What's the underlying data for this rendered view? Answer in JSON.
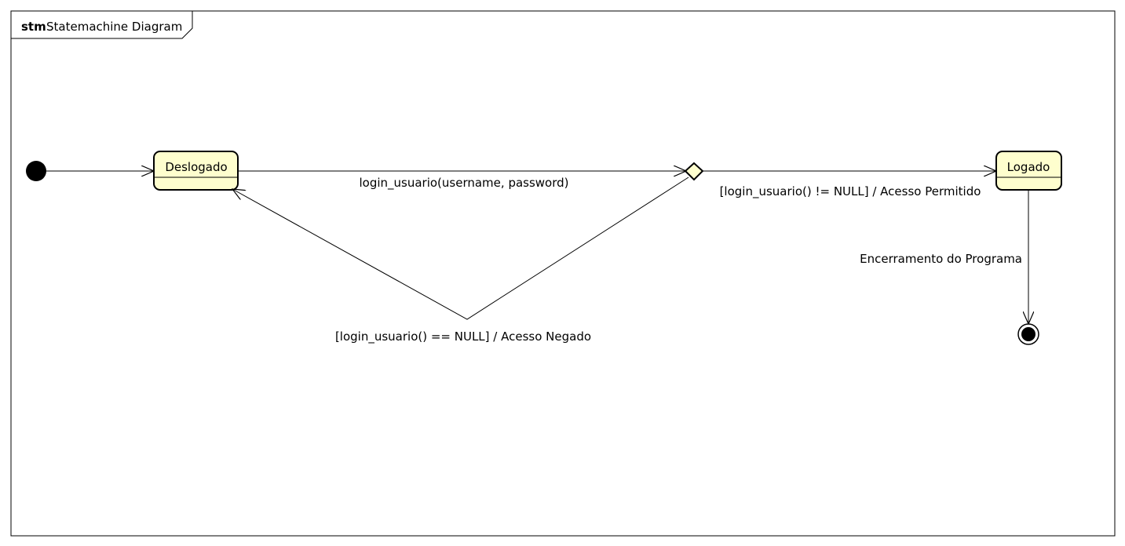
{
  "frame": {
    "keyword": "stm",
    "name": "Statemachine Diagram"
  },
  "states": {
    "deslogado": "Deslogado",
    "logado": "Logado"
  },
  "transitions": {
    "login": "login_usuario(username, password)",
    "permitido": "[login_usuario() != NULL] / Acesso Permitido",
    "negado": "[login_usuario() == NULL] / Acesso Negado",
    "encerramento": "Encerramento do Programa"
  },
  "colors": {
    "state_fill": "#fefece",
    "line": "#000000",
    "background": "#ffffff"
  }
}
